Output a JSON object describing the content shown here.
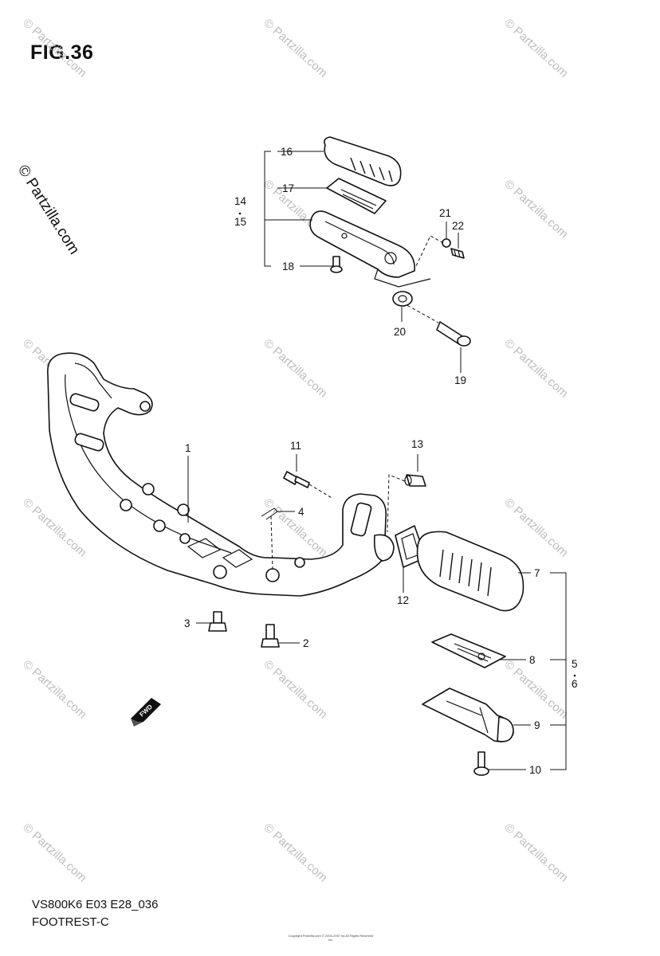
{
  "figure": {
    "title": "FIG.36",
    "code": "VS800K6 E03 E28_036",
    "section": "FOOTREST-C",
    "fwd_label": "FWD",
    "copyright": "Copyright Partzilla.com © 2004-2007 by All Rights Reserved Inc.",
    "watermark": "© Partzilla.com",
    "vertical_watermark": "© Partzilla.com"
  },
  "part_labels": [
    {
      "id": "p16",
      "text": "16"
    },
    {
      "id": "p17",
      "text": "17"
    },
    {
      "id": "p14",
      "text": "14"
    },
    {
      "id": "p15",
      "text": "15"
    },
    {
      "id": "p18",
      "text": "18"
    },
    {
      "id": "p21",
      "text": "21"
    },
    {
      "id": "p22",
      "text": "22"
    },
    {
      "id": "p20",
      "text": "20"
    },
    {
      "id": "p19",
      "text": "19"
    },
    {
      "id": "p1",
      "text": "1"
    },
    {
      "id": "p11",
      "text": "11"
    },
    {
      "id": "p13",
      "text": "13"
    },
    {
      "id": "p4",
      "text": "4"
    },
    {
      "id": "p12",
      "text": "12"
    },
    {
      "id": "p7",
      "text": "7"
    },
    {
      "id": "p3",
      "text": "3"
    },
    {
      "id": "p2",
      "text": "2"
    },
    {
      "id": "p8",
      "text": "8"
    },
    {
      "id": "p5",
      "text": "5"
    },
    {
      "id": "p6",
      "text": "6"
    },
    {
      "id": "p9",
      "text": "9"
    },
    {
      "id": "p10",
      "text": "10"
    }
  ]
}
